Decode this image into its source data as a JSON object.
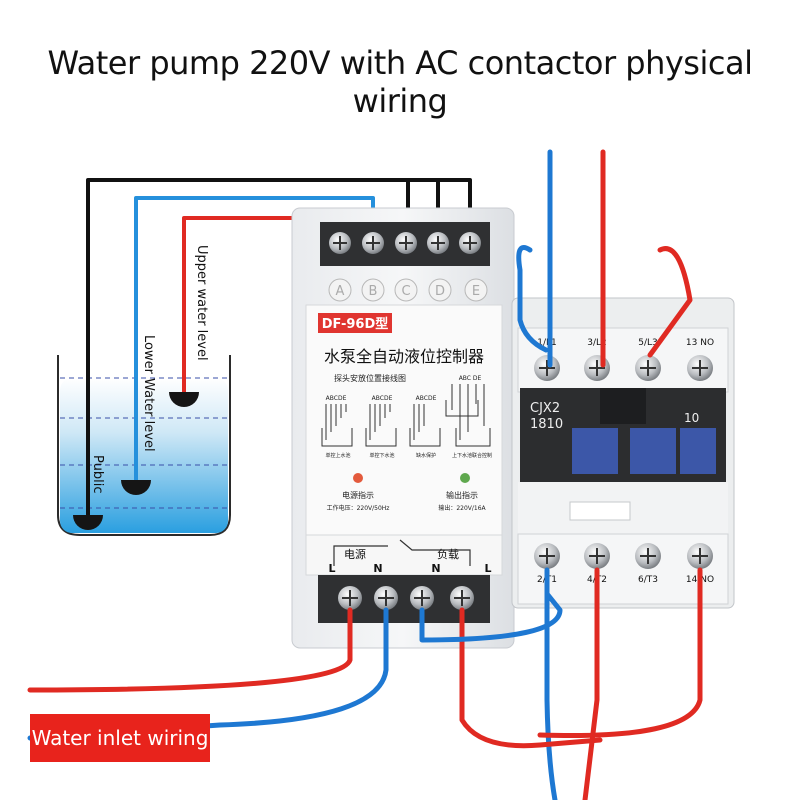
{
  "title": "Water pump 220V with AC contactor physical wiring",
  "badge": "Water inlet wiring",
  "tank_labels": {
    "upper": "Upper water level",
    "lower": "Lower Water level",
    "public": "Public"
  },
  "controller": {
    "model": "DF-96D型",
    "name_cn": "水泵全自动液位控制器",
    "subtitle_cn": "探头安放位置接线图",
    "terminals": [
      "A",
      "B",
      "C",
      "D",
      "E"
    ],
    "diagram_headers": [
      "ABCDE",
      "ABCDE",
      "ABCDE",
      "ABC DE"
    ],
    "mode_labels": [
      "单控上水池",
      "单控下水池",
      "缺水保护",
      "上下水池联合控制"
    ],
    "power_indicator": "电源指示",
    "output_indicator": "输出指示",
    "voltage": "工作电压：220V/50Hz",
    "capacity": "输出：220V/16A",
    "power_label": "电源",
    "load_label": "负载",
    "bottom_terminals": [
      "L",
      "N",
      "N",
      "L"
    ]
  },
  "contactor": {
    "model": "CJX2",
    "code": "1810",
    "rating": "10",
    "top_terminals": [
      "1/L1",
      "3/L2",
      "5/L3",
      "13 NO"
    ],
    "bottom_terminals": [
      "2/T1",
      "4/T2",
      "6/T3",
      "14 NO"
    ]
  },
  "colors": {
    "red_wire": "#e02a22",
    "blue_wire": "#1e78d2",
    "black_wire": "#111111",
    "water_top": "#cfe8f6",
    "water_bottom": "#2a9fe0",
    "badge_bg": "#e8231c"
  }
}
